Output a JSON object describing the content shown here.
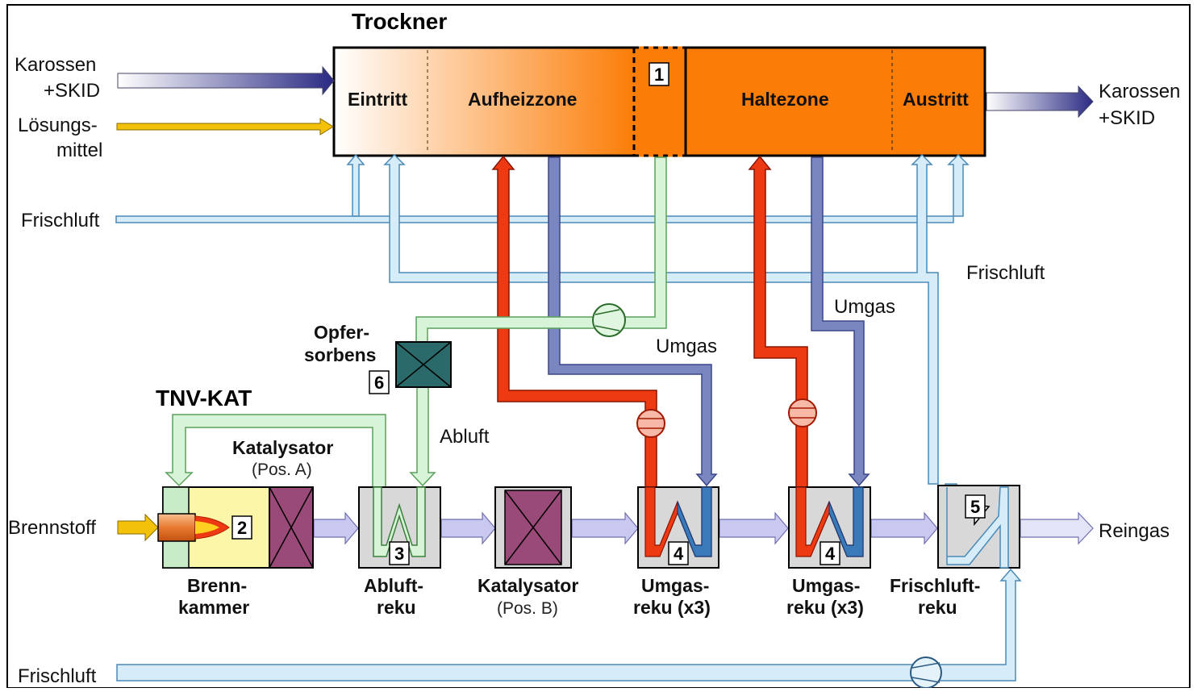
{
  "dryer": {
    "title": "Trockner",
    "zones": [
      "Eintritt",
      "Aufheizzone",
      "Haltezone",
      "Austritt"
    ],
    "num_1": "1"
  },
  "inputs": {
    "bodies_in": [
      "Karossen",
      "+SKID"
    ],
    "solvent": [
      "Lösungs-",
      "mittel"
    ],
    "fresh_air_top": "Frischluft",
    "fuel": "Brennstoff",
    "fresh_air_bottom": "Frischluft"
  },
  "outputs": {
    "bodies_out": [
      "Karossen",
      "+SKID"
    ],
    "clean_gas": "Reingas"
  },
  "flows": {
    "frischluft": "Frischluft",
    "umgas_1": "Umgas",
    "umgas_2": "Umgas",
    "abluft": "Abluft"
  },
  "units": {
    "tnv_kat": "TNV-KAT",
    "opfersorbens": [
      "Opfer-",
      "sorbens"
    ],
    "num_6": "6",
    "katalysator_a": [
      "Katalysator",
      "(Pos. A)"
    ],
    "num_2": "2",
    "brennkammer": [
      "Brenn-",
      "kammer"
    ],
    "num_3": "3",
    "abluftreku": [
      "Abluft-",
      "reku"
    ],
    "katalysator_b": [
      "Katalysator",
      "(Pos. B)"
    ],
    "num_4a": "4",
    "umgasreku_1": [
      "Umgas-",
      "reku (x3)"
    ],
    "num_4b": "4",
    "umgasreku_2": [
      "Umgas-",
      "reku (x3)"
    ],
    "num_5": "5",
    "frischluftreku": [
      "Frischluft-",
      "reku"
    ]
  },
  "colors": {
    "hot": "#ee3a12",
    "umgas": "#7a86c0",
    "fresh": "#d6ecf8",
    "abluft": "#d8f4d8",
    "flow": "#c8c8f0",
    "zone": "#fb7d07",
    "catalyst": "#9a4a78"
  }
}
